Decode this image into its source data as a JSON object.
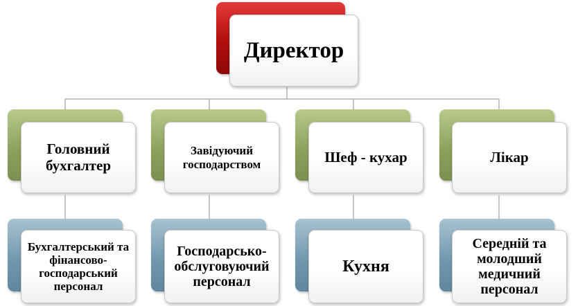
{
  "director": {
    "label": "Директор"
  },
  "heads": [
    {
      "label": "Головний бухгалтер"
    },
    {
      "label": "Завідуючий господарством"
    },
    {
      "label": "Шеф - кухар"
    },
    {
      "label": "Лікар"
    }
  ],
  "staff": [
    {
      "label": "Бухгалтерський та фінансово-господарський персонал"
    },
    {
      "label": "Господарсько-обслуговуючий персонал"
    },
    {
      "label": "Кухня"
    },
    {
      "label": "Середній та молодший медичний персонал"
    }
  ],
  "colors": {
    "director_accent": "#c21414",
    "heads_accent": "#8aa05a",
    "staff_accent": "#6f96ac",
    "connector": "#a0a0a0"
  }
}
